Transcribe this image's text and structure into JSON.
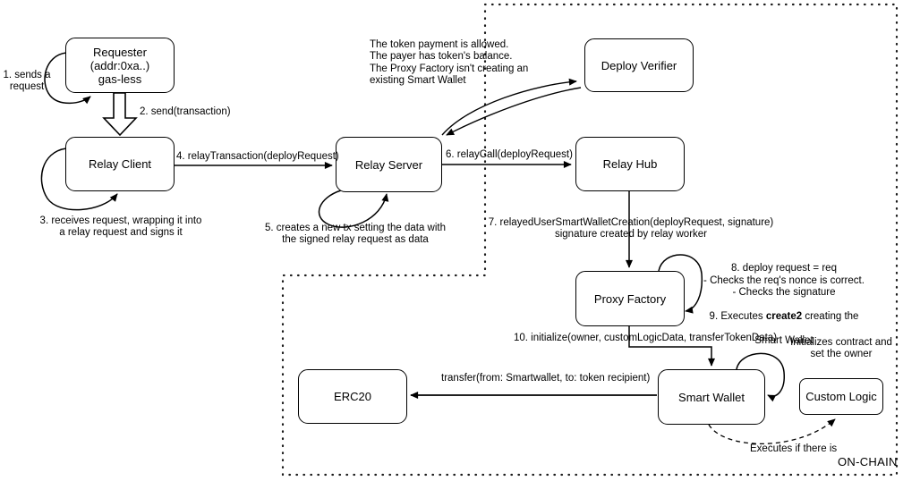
{
  "diagram": {
    "nodes": {
      "requester": "Requester\n(addr:0xa..)\ngas-less",
      "relay_client": "Relay Client",
      "relay_server": "Relay Server",
      "deploy_verifier": "Deploy Verifier",
      "relay_hub": "Relay Hub",
      "proxy_factory": "Proxy Factory",
      "smart_wallet": "Smart Wallet",
      "erc20": "ERC20",
      "custom_logic": "Custom Logic"
    },
    "labels": {
      "step1": "1. sends a\nrequest",
      "step2": "2. send(transaction)",
      "step3": "3. receives request, wrapping it into\na relay request and signs it",
      "step4": "4. relayTransaction(deployRequest)",
      "step5": "5. creates a new tx setting the data with\nthe signed relay request as data",
      "step6": "6. relayCall(deployRequest)",
      "step7": "7. relayedUserSmartWalletCreation(deployRequest, signature)\nsignature created by relay worker",
      "verifier_note": "The token payment is allowed.\nThe payer has token's balance.\nThe Proxy Factory isn't creating an\nexisting Smart Wallet",
      "step8": "8. deploy request = req\n- Checks the req's nonce is correct.\n- Checks the signature",
      "step9_prefix": "9. Executes ",
      "step9_bold": "create2",
      "step9_suffix": " creating the",
      "step9_line2": "Smart Wallet",
      "step10": "10. initialize(owner, customLogicData, transferTokenData)",
      "initializes_note": "Initializes contract and\nset the owner",
      "transfer_label": "transfer(from: Smartwallet, to: token recipient)",
      "executes_note": "Executes if there is",
      "region": "ON-CHAIN"
    }
  }
}
